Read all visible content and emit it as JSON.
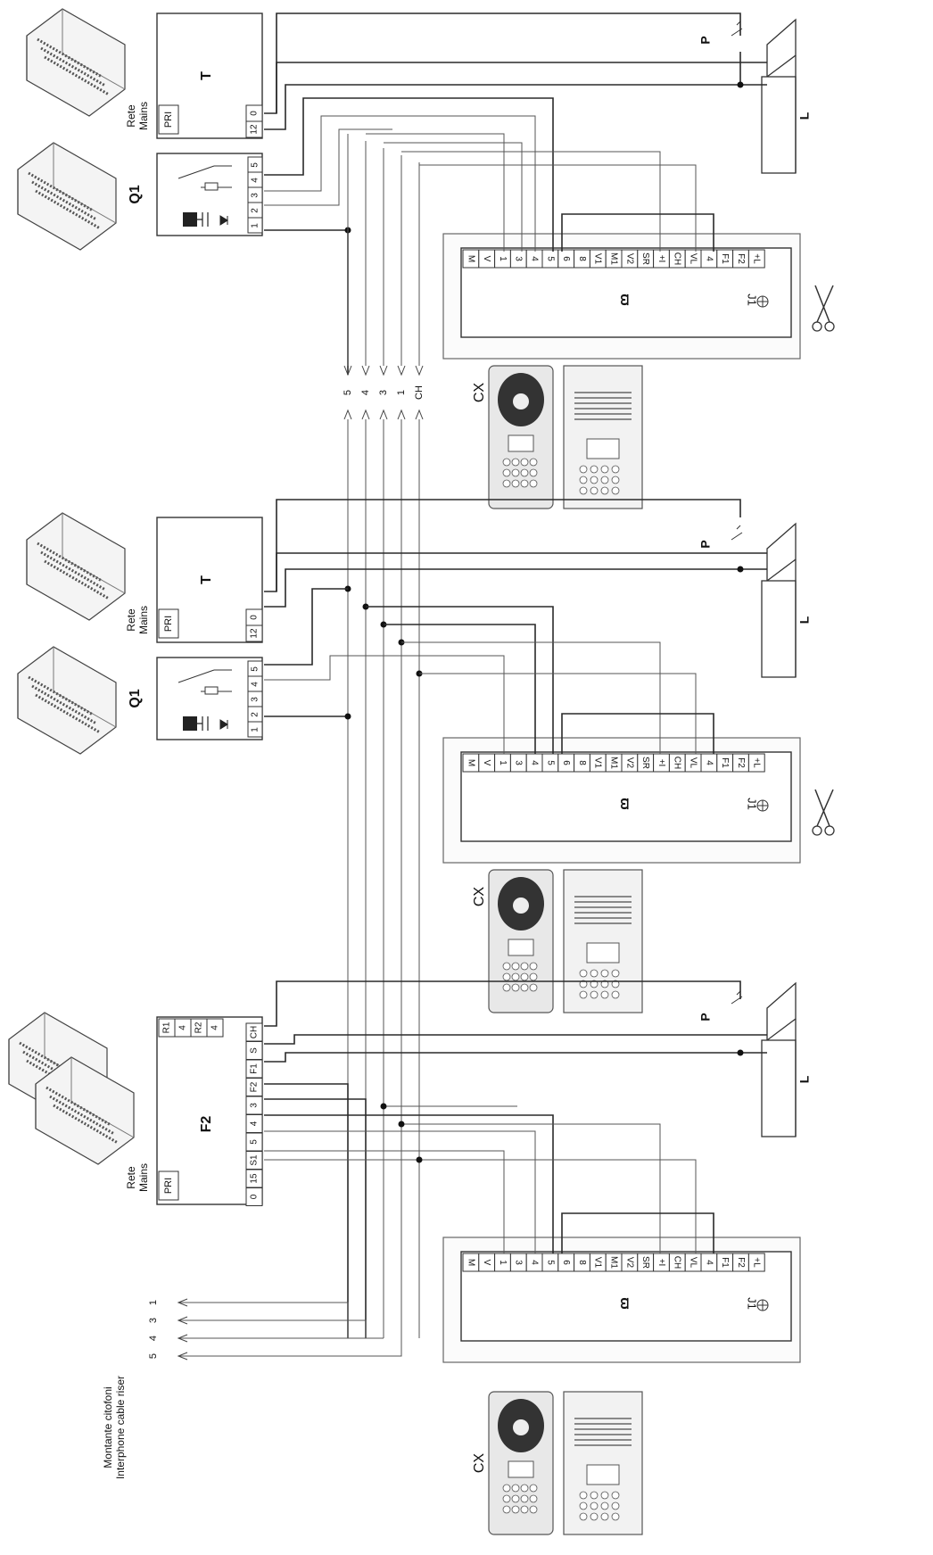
{
  "units": [
    {
      "power": {
        "module": "T",
        "mains": [
          "Rete",
          "Mains"
        ],
        "pri": "PRI",
        "terminals": [
          "0",
          "12"
        ]
      },
      "relay": {
        "module": "Q1",
        "terminals": [
          "5",
          "4",
          "3",
          "2",
          "1"
        ]
      },
      "panel": {
        "terminals": [
          "M",
          "V",
          "1",
          "3",
          "4",
          "5",
          "6",
          "8",
          "V1",
          "M1",
          "V2",
          "SR",
          "+I",
          "CH",
          "VL",
          "4",
          "F1",
          "F2",
          "+L"
        ],
        "jumper": "J1"
      },
      "cx": "CX",
      "p": "P",
      "l": "L",
      "riser": [
        "5",
        "4",
        "3",
        "1",
        "CH"
      ]
    },
    {
      "power": {
        "module": "T",
        "mains": [
          "Rete",
          "Mains"
        ],
        "pri": "PRI",
        "terminals": [
          "0",
          "12"
        ]
      },
      "relay": {
        "module": "Q1",
        "terminals": [
          "5",
          "4",
          "3",
          "2",
          "1"
        ]
      },
      "panel": {
        "terminals": [
          "M",
          "V",
          "1",
          "3",
          "4",
          "5",
          "6",
          "8",
          "V1",
          "M1",
          "V2",
          "SR",
          "+I",
          "CH",
          "VL",
          "4",
          "F1",
          "F2",
          "+L"
        ],
        "jumper": "J1"
      },
      "cx": "CX",
      "p": "P",
      "l": "L"
    },
    {
      "power": {
        "module": "F2",
        "mains": [
          "Rete",
          "Mains"
        ],
        "pri": "PRI",
        "top_terminals": [
          "R1",
          "4",
          "R2",
          "4"
        ],
        "terminals": [
          "CH",
          "S",
          "F1",
          "F2",
          "3",
          "4",
          "5",
          "S1",
          "15",
          "0"
        ]
      },
      "panel": {
        "terminals": [
          "M",
          "V",
          "1",
          "3",
          "4",
          "5",
          "6",
          "8",
          "V1",
          "M1",
          "V2",
          "SR",
          "+I",
          "CH",
          "VL",
          "4",
          "F1",
          "F2",
          "+L"
        ],
        "jumper": "J1"
      },
      "cx": "CX",
      "p": "P",
      "l": "L",
      "riser_caption": [
        "Montante citofoni",
        "Interphone cable riser"
      ],
      "riser": [
        "1",
        "3",
        "4",
        "5"
      ]
    }
  ]
}
